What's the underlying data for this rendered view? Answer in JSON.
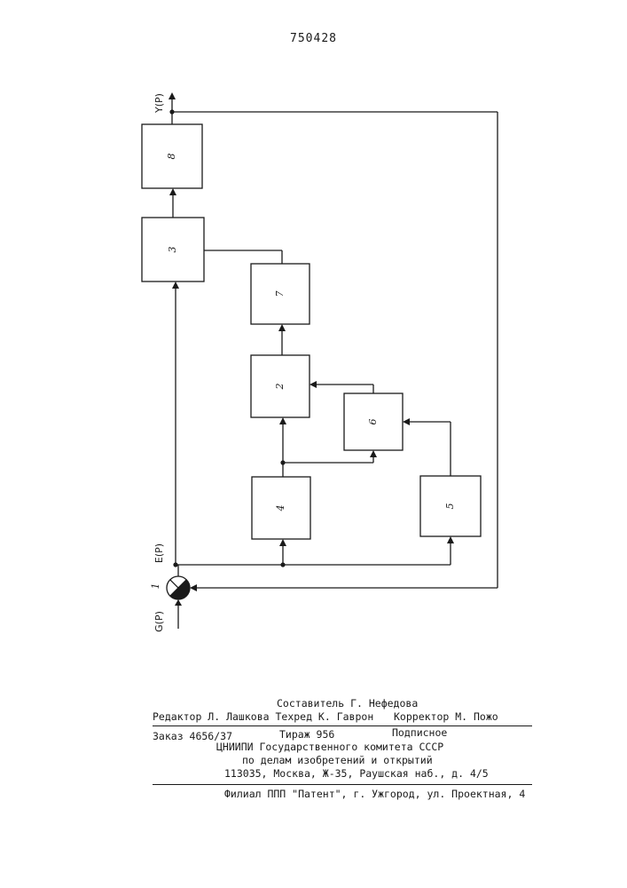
{
  "patent_number": "750428",
  "diagram": {
    "blocks": [
      {
        "id": "b8",
        "label": "8"
      },
      {
        "id": "b3",
        "label": "3"
      },
      {
        "id": "b7",
        "label": "7"
      },
      {
        "id": "b2",
        "label": "2"
      },
      {
        "id": "b6",
        "label": "6"
      },
      {
        "id": "b4",
        "label": "4"
      },
      {
        "id": "b5",
        "label": "5"
      }
    ],
    "summing_node_label": "1",
    "signal_output": "Y(P)",
    "signal_error": "E(P)",
    "signal_input": "G(P)"
  },
  "footer": {
    "compiler": "Составитель Г. Нефедова",
    "editor_line": "Редактор Л. Лашкова Техред К. Гаврон",
    "corrector": "Корректор М. Пожо",
    "order": "Заказ 4656/37",
    "circulation": "Тираж 956",
    "subscription": "Подписное",
    "institute": "ЦНИИПИ Государственного комитета СССР",
    "institute_sub": "по делам изобретений и открытий",
    "address": "113035, Москва, Ж-35, Раушская наб., д. 4/5",
    "branch": "Филиал ППП \"Патент\", г. Ужгород, ул. Проектная, 4"
  }
}
